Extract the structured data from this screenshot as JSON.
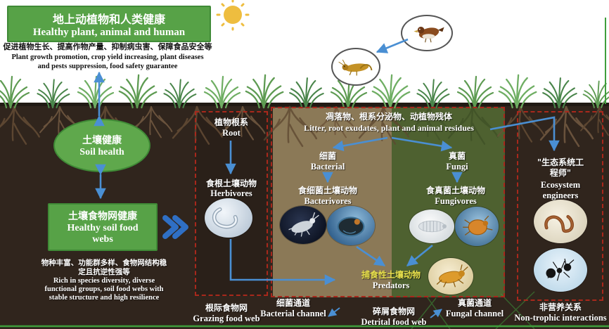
{
  "colors": {
    "accent_green": "#57a247",
    "panel_tan": "#8b7957",
    "panel_olive": "#4e6130",
    "soil_brown": "#30251d",
    "dashed_red": "#a8281c",
    "arrow_blue": "#4a8fd3",
    "predator_yellow": "#e9e14c"
  },
  "icons": {
    "sun": "yellow circle with rays",
    "double-chevron": "≫",
    "bird": "sparrow in circle",
    "grasshopper": "grasshopper in circle",
    "nematode": "worm in oval",
    "springtail": "pale arthropod on dark oval",
    "protozoa": "dark amoeba on blue oval",
    "grub": "white larva in oval",
    "mite": "orange mite on blue oval",
    "predator-insect": "orange predatory insect in oval",
    "earthworm": "brown worm in oval",
    "ant": "black ant on pale blue oval"
  },
  "aboveground": {
    "title_cn": "地上动植物和人类健康",
    "title_en": "Healthy plant, animal and human",
    "benefits_cn": "促进植物生长、提高作物产量、抑制病虫害、保障食品安全等",
    "benefits_en1": "Plant growth  promotion,  crop yield increasing, plant diseases",
    "benefits_en2": "and pests suppression, food safety guarantee"
  },
  "left": {
    "soil_health_cn": "土壤健康",
    "soil_health_en": "Soil health",
    "foodweb_cn": "土壤食物网健康",
    "foodweb_en1": "Healthy soil food",
    "foodweb_en2": "webs",
    "traits_cn1": "物种丰富、功能群多样、食物网结构稳",
    "traits_cn2": "定且抗逆性强等",
    "traits_en1": "Rich in species diversity, diverse",
    "traits_en2": "functional  groups, soil food webs with",
    "traits_en3": "stable structure  and high resilience"
  },
  "web": {
    "litter_cn": "凋落物、根系分泌物、动植物残体",
    "litter_en": "Litter, root exudates, plant and animal residues",
    "root_cn": "植物根系",
    "root_en": "Root",
    "herbivores_cn": "食根土壤动物",
    "herbivores_en": "Herbivores",
    "bacteria_cn": "细菌",
    "bacteria_en": "Bacterial",
    "bacterivores_cn": "食细菌土壤动物",
    "bacterivores_en": "Bacterivores",
    "fungi_cn": "真菌",
    "fungi_en": "Fungi",
    "fungivores_cn": "食真菌土壤动物",
    "fungivores_en": "Fungivores",
    "predators_cn": "捕食性土壤动物",
    "predators_en": "Predators",
    "engineers_cn1": "\"生态系统工",
    "engineers_cn2": "程师\"",
    "engineers_en1": "Ecosystem",
    "engineers_en2": "engineers"
  },
  "channels": {
    "grazing_cn": "根际食物网",
    "grazing_en": "Grazing food web",
    "bacterial_cn": "细菌通道",
    "bacterial_en": "Bacterial channel",
    "detrital_cn": "碎屑食物网",
    "detrital_en": "Detrital food web",
    "fungal_cn": "真菌通道",
    "fungal_en": "Fungal channel",
    "nontrophic_cn": "非营养关系",
    "nontrophic_en": "Non-trophic interactions"
  }
}
